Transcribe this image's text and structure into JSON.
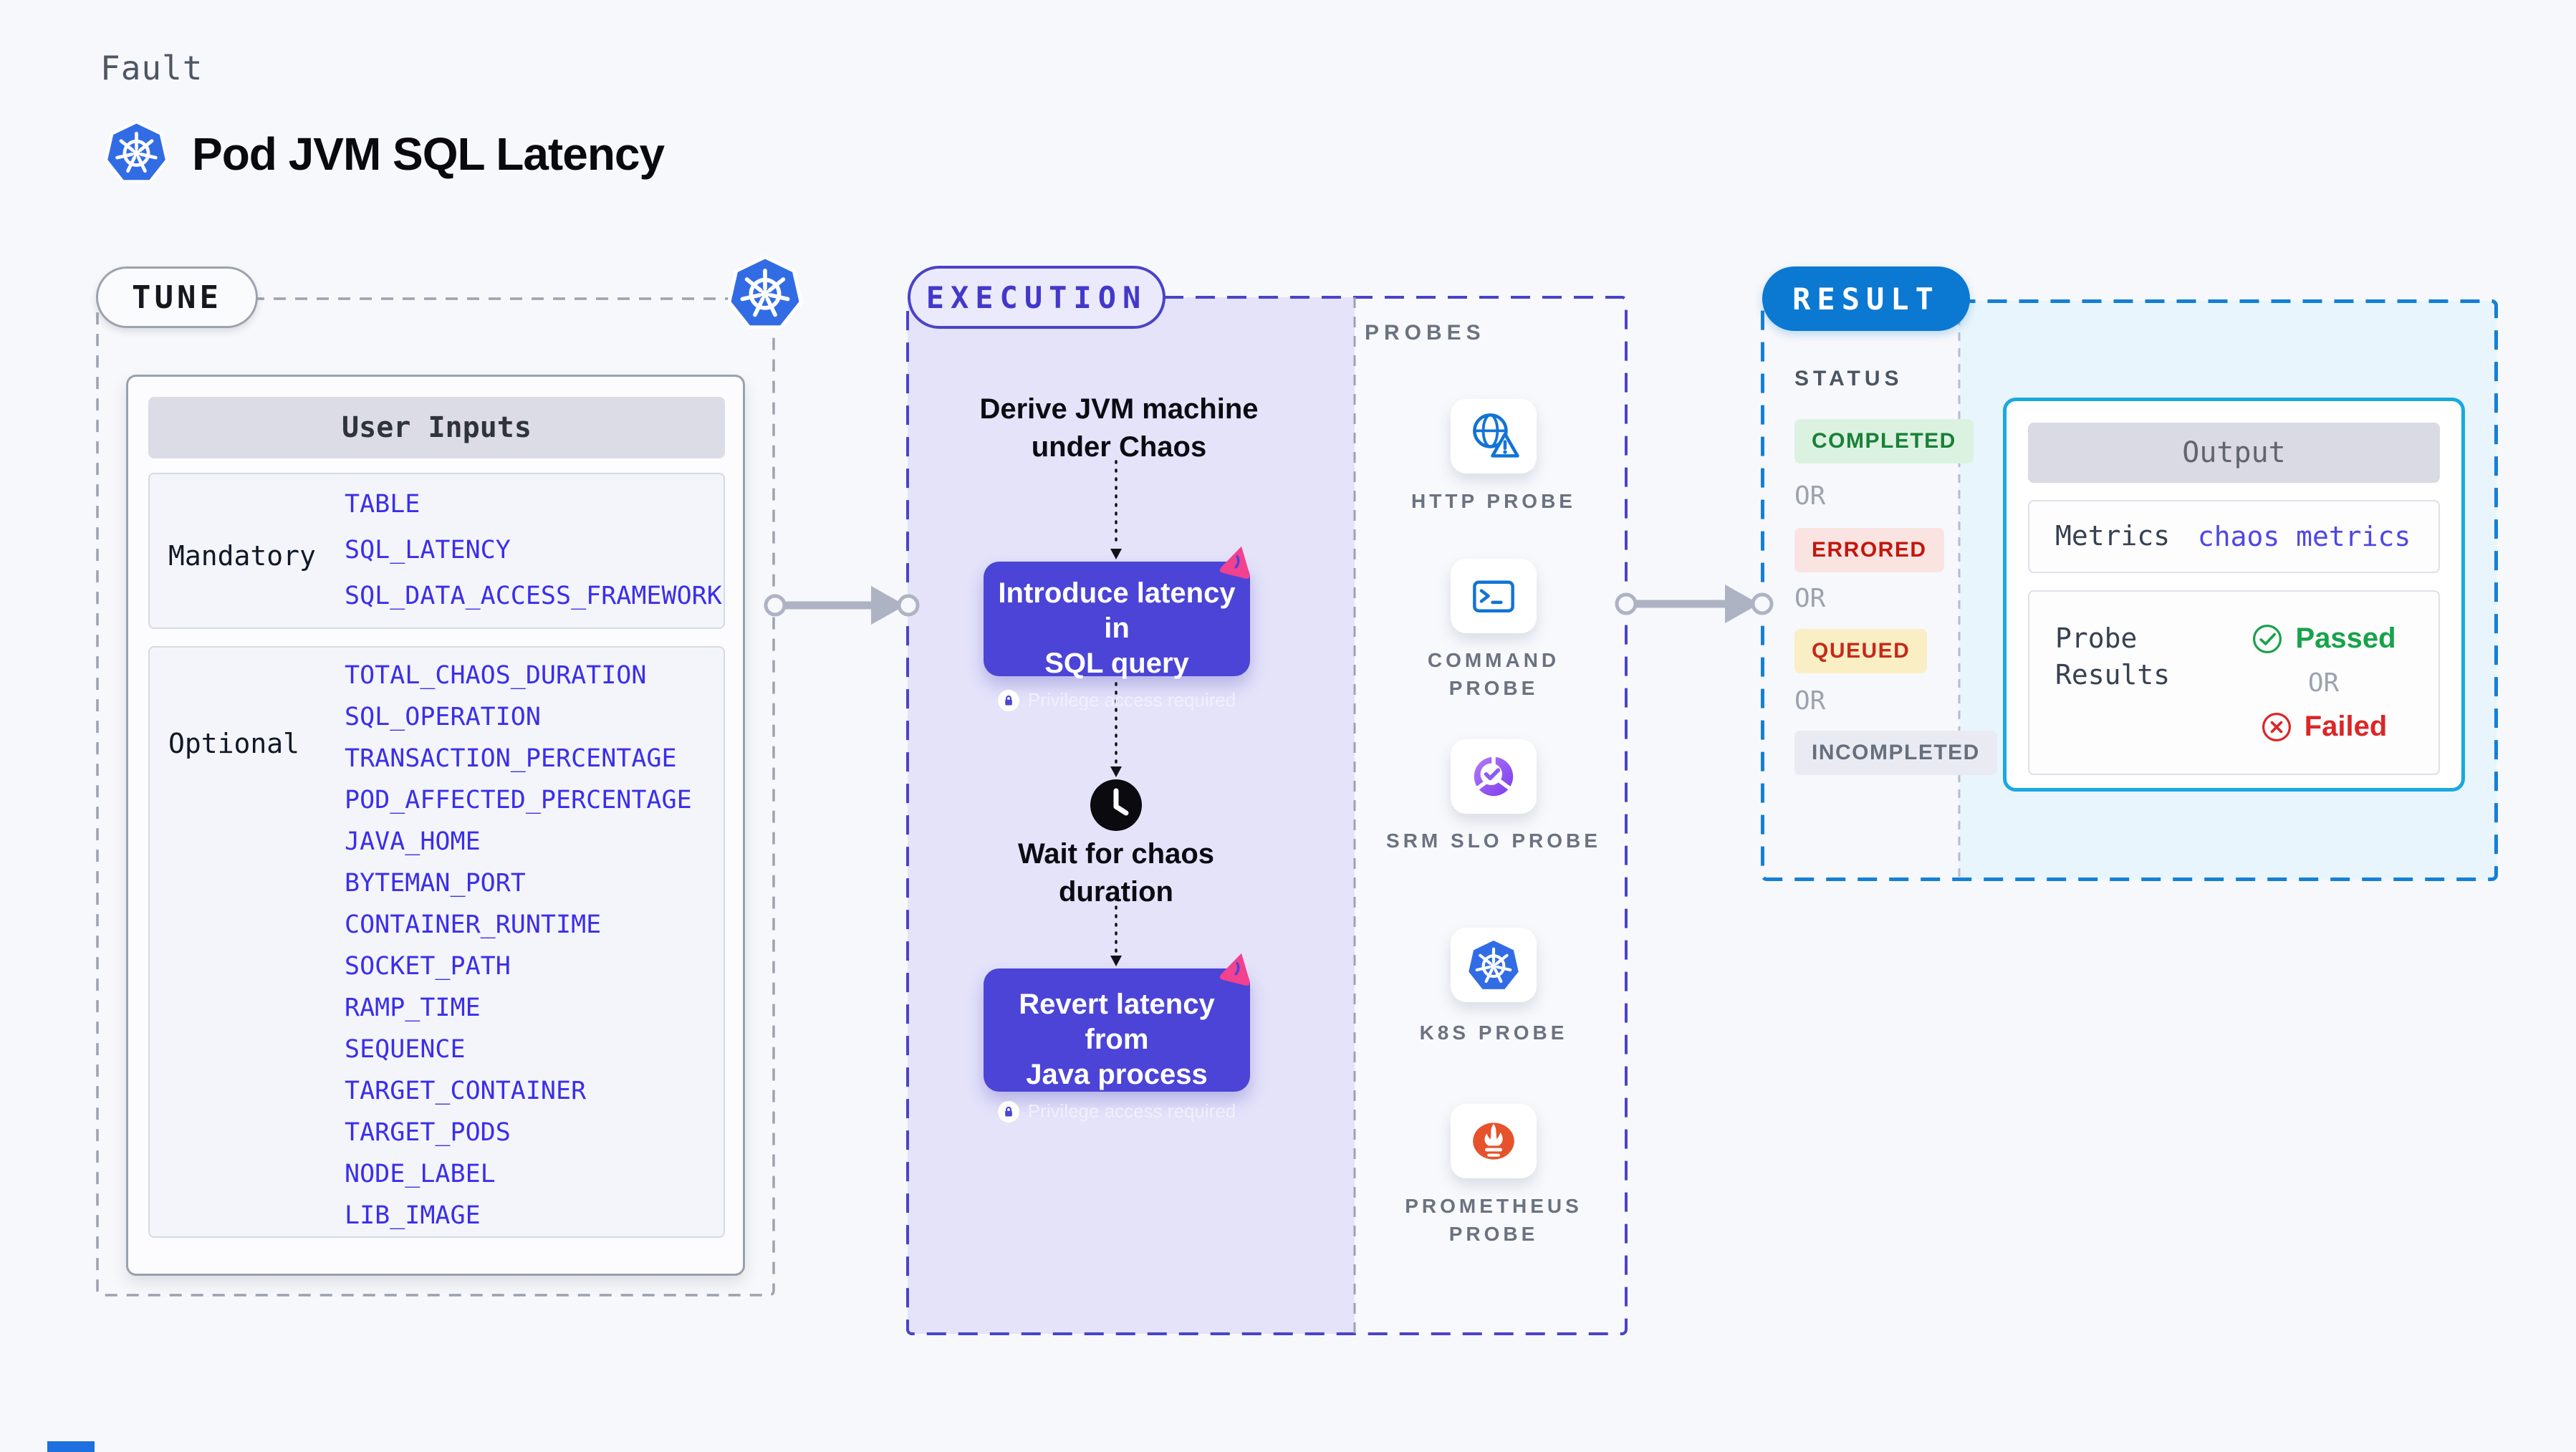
{
  "header": {
    "kind": "Fault",
    "title": "Pod JVM SQL Latency"
  },
  "tune": {
    "badge": "TUNE",
    "table_title": "User Inputs",
    "mandatory_label": "Mandatory",
    "mandatory_items": [
      "TABLE",
      "SQL_LATENCY",
      "SQL_DATA_ACCESS_FRAMEWORK"
    ],
    "optional_label": "Optional",
    "optional_items": [
      "TOTAL_CHAOS_DURATION",
      "SQL_OPERATION",
      "TRANSACTION_PERCENTAGE",
      "POD_AFFECTED_PERCENTAGE",
      "JAVA_HOME",
      "BYTEMAN_PORT",
      "CONTAINER_RUNTIME",
      "SOCKET_PATH",
      "RAMP_TIME",
      "SEQUENCE",
      "TARGET_CONTAINER",
      "TARGET_PODS",
      "NODE_LABEL",
      "LIB_IMAGE"
    ]
  },
  "execution": {
    "badge": "EXECUTION",
    "step_derive": "Derive JVM machine\nunder Chaos",
    "step_introduce": "Introduce latency in\nSQL query",
    "privilege_note": "Privilege access required",
    "step_wait": "Wait for chaos\nduration",
    "step_revert": "Revert latency from\nJava process"
  },
  "probes": {
    "heading": "PROBES",
    "items": [
      {
        "label": "HTTP PROBE",
        "icon": "globe-alert-icon"
      },
      {
        "label": "COMMAND PROBE",
        "icon": "terminal-icon"
      },
      {
        "label": "SRM SLO PROBE",
        "icon": "slo-gauge-icon"
      },
      {
        "label": "K8S PROBE",
        "icon": "kubernetes-icon"
      },
      {
        "label": "PROMETHEUS PROBE",
        "icon": "prometheus-icon"
      }
    ]
  },
  "result": {
    "badge": "RESULT",
    "status_heading": "STATUS",
    "or_label": "OR",
    "statuses": [
      {
        "label": "COMPLETED",
        "fg": "#1A8037",
        "bg": "#DCF2E1"
      },
      {
        "label": "ERRORED",
        "fg": "#C2170B",
        "bg": "#FAE4E2"
      },
      {
        "label": "QUEUED",
        "fg": "#C52A1A",
        "bg": "#FAEEC5"
      },
      {
        "label": "INCOMPLETED",
        "fg": "#666F7E",
        "bg": "#EAEBF2"
      }
    ],
    "output": {
      "title": "Output",
      "metrics_label": "Metrics",
      "metrics_value": "chaos metrics",
      "probe_results_label": "Probe Results",
      "passed_label": "Passed",
      "failed_label": "Failed"
    }
  },
  "colors": {
    "page_bg": "#F7F8FB",
    "accent_indigo": "#4B44D6",
    "accent_blue": "#0B78D2",
    "accent_cyan": "#19A9DF",
    "lavender_bg": "#E4E3FA",
    "result_bg": "#E8F5FD",
    "item_blue": "#3B2EEB",
    "pink_chaos": "#F1418F",
    "kubernetes_blue": "#326CE5",
    "prometheus_orange": "#E6522C",
    "passed_green": "#16A34A",
    "failed_red": "#DC2626"
  }
}
